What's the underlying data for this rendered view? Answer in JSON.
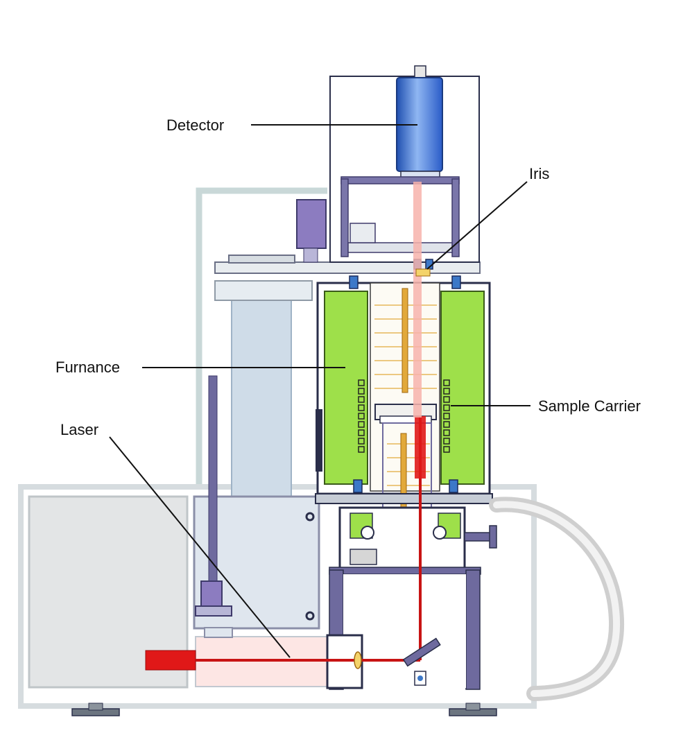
{
  "labels": {
    "detector": "Detector",
    "iris": "Iris",
    "furnace": "Furnance",
    "sample_carrier": "Sample Carrier",
    "laser": "Laser"
  },
  "colors": {
    "background": "#ffffff",
    "frame_outline": "#c9d8d8",
    "base_panel": "#e3e5e6",
    "column": "#cfdce8",
    "dark_structure": "#2a2e4a",
    "purple_frame": "#6e6a9e",
    "furnace_green": "#9ee04a",
    "sample_tube_gold": "#e2a93a",
    "detector_blue": "#3a6fd0",
    "laser_red": "#e01818",
    "beam_pink": "#f7b3ac",
    "hose_gray": "#dcdcdc",
    "motor_purple": "#8c7cc0"
  },
  "icons": [
    "detector-cylinder",
    "iris-aperture",
    "furnace-heater",
    "sample-carrier-tube",
    "laser-source",
    "mirror",
    "vacuum-hose",
    "support-foot"
  ]
}
